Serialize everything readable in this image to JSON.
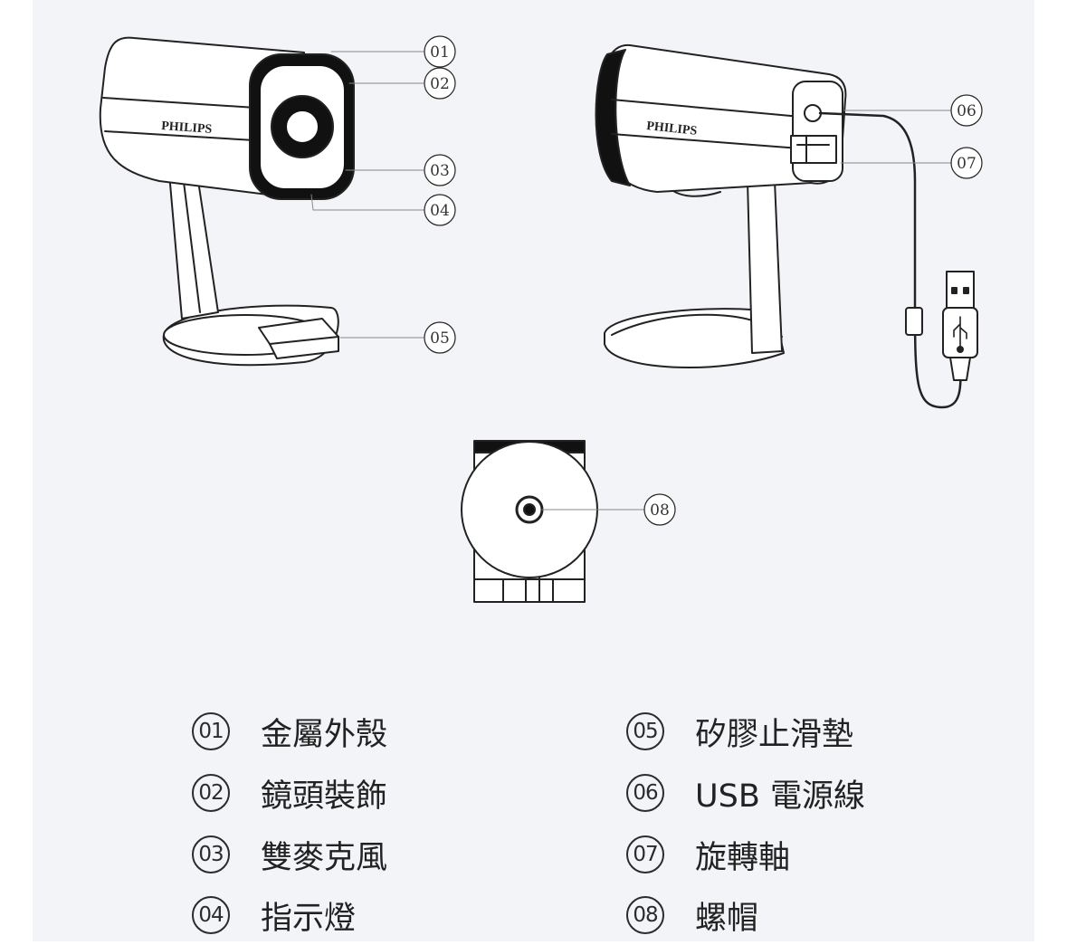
{
  "diagram": {
    "brand_text": "PHILIPS",
    "callouts": [
      "01",
      "02",
      "03",
      "04",
      "05",
      "06",
      "07",
      "08"
    ]
  },
  "legend": [
    {
      "num": "01",
      "label": "金屬外殼"
    },
    {
      "num": "02",
      "label": "鏡頭裝飾"
    },
    {
      "num": "03",
      "label": "雙麥克風"
    },
    {
      "num": "04",
      "label": "指示燈"
    },
    {
      "num": "05",
      "label": "矽膠止滑墊"
    },
    {
      "num": "06",
      "label": "USB 電源線"
    },
    {
      "num": "07",
      "label": "旋轉軸"
    },
    {
      "num": "08",
      "label": "螺帽"
    }
  ]
}
